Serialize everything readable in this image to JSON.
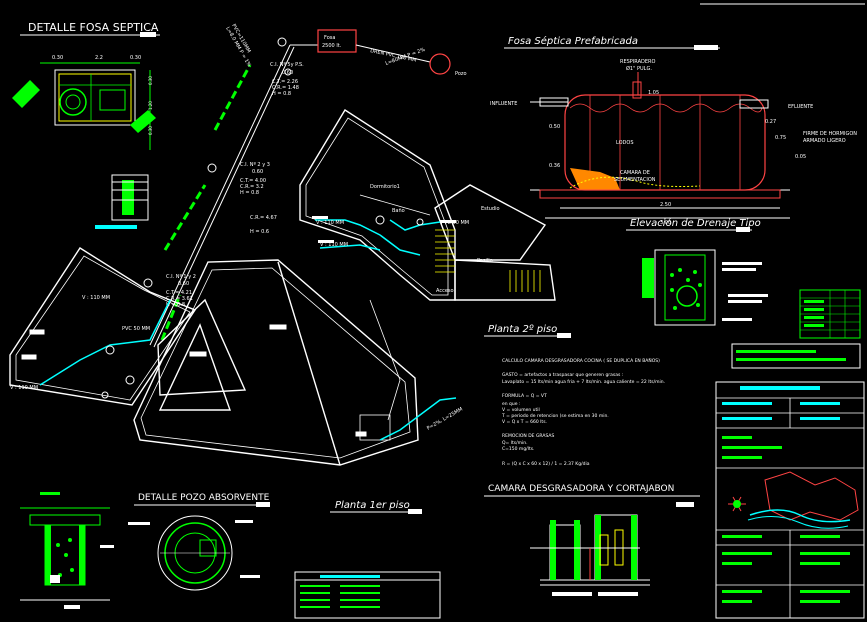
{
  "sheet": {
    "detalle_fosa_septica": "DETALLE FOSA SEPTICA",
    "dims_top": [
      "0.30",
      "2.2",
      "0.30"
    ],
    "dims_side": [
      "0.30",
      "1.20",
      "0.30"
    ],
    "fosa_septica_prefabricada": "Fosa Séptica Prefabricada",
    "respiradero": [
      "RESPIRADERO",
      "Ø1\" PULG."
    ],
    "influente": "INFLUENTE",
    "efluente": "EFLUENTE",
    "lodos": "LODOS",
    "camara": [
      "CAMARA DE",
      "SEDIMENTACION"
    ],
    "firme": [
      "FIRME DE HORMIGON",
      "ARMADO LIGERO"
    ],
    "fosa_dims": [
      "0.50",
      "0.36",
      "0.27",
      "0.75",
      "0.05",
      "2.50",
      "3.00",
      "1.05"
    ],
    "elevacion_drenaje": "Elevación de Drenaje Tipo",
    "planta_2_piso": "Planta 2º piso",
    "planta_1er_piso": "Planta 1er piso",
    "detalle_pozo": "DETALLE POZO ABSORVENTE",
    "camara_desgrasadora": "CAMARA DESGRASADORA Y CORTAJABON",
    "fosa_box": [
      "Fosa",
      "2500 lt."
    ],
    "pozo": "Pozo",
    "dren_pvc": [
      "DREN PVC 110 MM",
      "L=80MM P = 2%"
    ],
    "pipe_top": [
      "PVC=110MM",
      "L=8.0 MM P = 1%"
    ],
    "pipe_bottom": "P=2%, L=25MM",
    "rooms": [
      "Dormitorio1",
      "Baño",
      "Estudio",
      "Pasillo",
      "Acceso"
    ],
    "pvc_labels": [
      "V : 110 MM",
      "PVC 50 MM",
      "V : 110 MM",
      "V : 110 MM",
      "PVC 50 MM",
      "V : 110 MM"
    ],
    "ci_1": [
      "C.I. Nº 5y P.S.",
      "0.60",
      "C.T.= 2.26",
      "C.R.= 1.48",
      "H = 0.8"
    ],
    "ci_2": [
      "C.I. Nº 2 y 3",
      "0.60",
      "C.T.= 4.00",
      "C.R.= 3.2",
      "H = 0.8"
    ],
    "ci_3": [
      "C.I. Nº 1 y 2",
      "0.60",
      "C.T.= 4.21",
      "C.R.= 3.61",
      "H = 0.8"
    ],
    "cr_h": [
      "C.R.= 4.67",
      "H = 0.6"
    ],
    "calc_title": "CALCULO CAMARA DESGRASADORA COCINA ( SE DUPLICA EN BAÑOS)",
    "calc_gasto": "GASTO = artefactos a traspasar que generen grasas :",
    "calc_lavaplatos": "Lavaplato = 15 lts/min agua fria + 7 lts/min. agua caliente = 22 lts/min.",
    "calc_formula": "FORMULA = Q = VT",
    "calc_lines": [
      "en que :",
      "V = volumen util",
      "T = periodo de retencion (se estima en 30 min.",
      "V = Q x T = 660 lts."
    ],
    "calc_remocion": "REMOCION DE GRASAS",
    "calc_rem_lines": [
      "Q= lts/min.",
      "C=150 mg/lts."
    ],
    "calc_result": "R = (Q x C x 60 x 12) / 1 = 2.37 Kg/dia"
  }
}
